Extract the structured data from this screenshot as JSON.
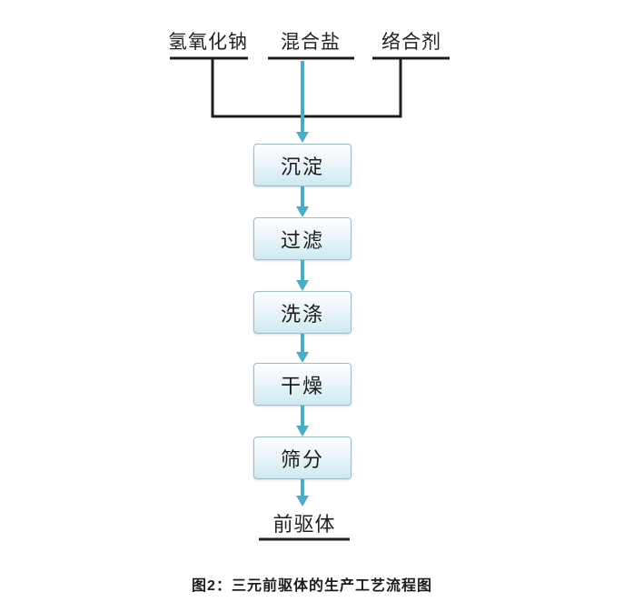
{
  "diagram": {
    "inputs": [
      {
        "label": "氢氧化钠"
      },
      {
        "label": "混合盐"
      },
      {
        "label": "络合剂"
      }
    ],
    "steps": [
      {
        "label": "沉淀"
      },
      {
        "label": "过滤"
      },
      {
        "label": "洗涤"
      },
      {
        "label": "干燥"
      },
      {
        "label": "筛分"
      }
    ],
    "output": {
      "label": "前驱体"
    },
    "caption": "图2：三元前驱体的生产工艺流程图",
    "colors": {
      "arrow": "#4bacc6",
      "line": "#1f1f1f",
      "box_border": "#9fbdc7",
      "box_fill_top": "#fdfeff",
      "box_fill_bottom": "#cfe9f1",
      "text": "#1c1c1c",
      "background": "#ffffff"
    }
  }
}
